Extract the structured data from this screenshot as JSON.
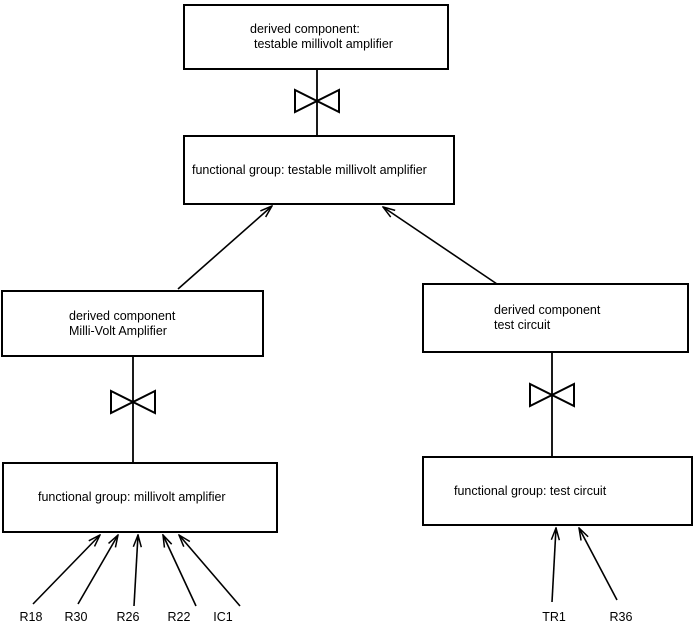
{
  "diagram": {
    "colors": {
      "line": "#000000",
      "background": "#ffffff",
      "box_fill": "#ffffff"
    },
    "nodes": {
      "derived_top": {
        "line1": "derived component:",
        "line2": "testable millivolt amplifier"
      },
      "functional_top": {
        "label": "functional group: testable millivolt amplifier"
      },
      "derived_left": {
        "line1": "derived component",
        "line2": "Milli-Volt Amplifier"
      },
      "derived_right": {
        "line1": "derived component",
        "line2": "test circuit"
      },
      "functional_left": {
        "label": "functional group: millivolt amplifier"
      },
      "functional_right": {
        "label": "functional group: test circuit"
      }
    },
    "leaf_components_left": [
      "R18",
      "R30",
      "R26",
      "R22",
      "IC1"
    ],
    "leaf_components_right": [
      "TR1",
      "R36"
    ]
  }
}
